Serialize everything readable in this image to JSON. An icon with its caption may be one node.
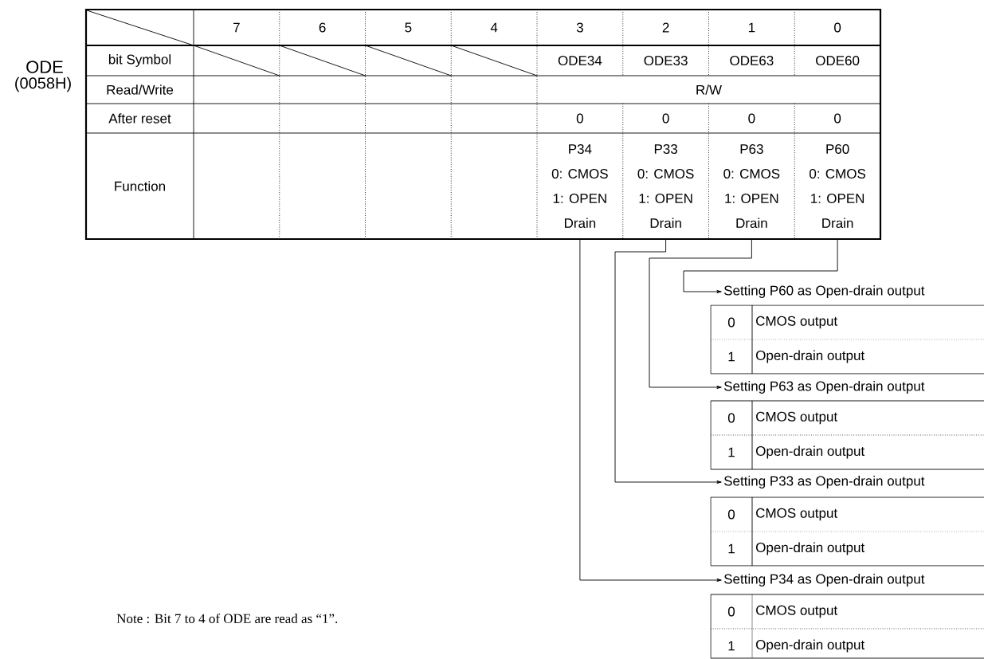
{
  "diagram": {
    "nodes": [
      {
        "text": [
          "P34",
          "0: CMOS",
          "1: OPEN",
          "Drain"
        ]
      },
      {
        "text": [
          "P33",
          "0: CMOS",
          "1: OPEN",
          "Drain"
        ]
      },
      {
        "text": [
          "P63",
          "0: CMOS",
          "1: OPEN",
          "Drain"
        ]
      },
      {
        "text": [
          "P60",
          "0: CMOS",
          "1: OPEN",
          "Drain"
        ]
      },
      {
        "text": [
          "Setting P60 as Open-drain output"
        ]
      },
      {
        "text": [
          "Setting P63 as Open-drain output"
        ]
      },
      {
        "text": [
          "Setting P33 as Open-drain output"
        ]
      },
      {
        "text": [
          "Setting P34 as Open-drain output"
        ]
      }
    ],
    "edges": [
      {
        "from": 3,
        "to": 4,
        "arrow": "to"
      },
      {
        "from": 2,
        "to": 5,
        "arrow": "to"
      },
      {
        "from": 1,
        "to": 6,
        "arrow": "to"
      },
      {
        "from": 0,
        "to": 7,
        "arrow": "to"
      }
    ],
    "labels": [
      "7",
      "6",
      "5",
      "4",
      "3",
      "2",
      "1",
      "0",
      "ODE",
      "(0058H)",
      "bit Symbol",
      "ODE34",
      "ODE33",
      "ODE63",
      "ODE60",
      "Read/Write",
      "R/W",
      "After reset",
      "0",
      "0",
      "0",
      "0",
      "Function",
      "0",
      "CMOS output",
      "1",
      "Open-drain output",
      "0",
      "CMOS output",
      "1",
      "Open-drain output",
      "0",
      "CMOS output",
      "1",
      "Open-drain output",
      "0",
      "CMOS output",
      "1",
      "Open-drain output",
      "Note : Bit 7 to 4 of ODE are read as “1”."
    ]
  }
}
